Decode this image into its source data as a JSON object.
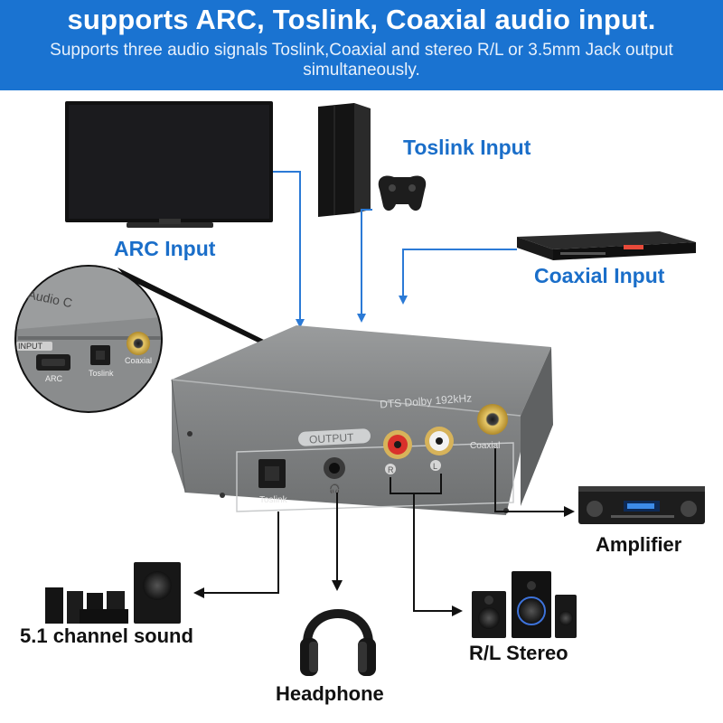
{
  "banner": {
    "title": "supports ARC, Toslink, Coaxial audio input.",
    "subtitle": "Supports three audio signals Toslink,Coaxial and stereo R/L or 3.5mm Jack output simultaneously."
  },
  "inputs": {
    "arc": "ARC Input",
    "toslink": "Toslink Input",
    "coaxial": "Coaxial Input"
  },
  "outputs": {
    "amplifier": "Amplifier",
    "surround": "5.1 channel sound",
    "headphone": "Headphone",
    "stereo": "R/L Stereo"
  },
  "device": {
    "brand_text": "DTS Dolby 192kHz",
    "output_badge": "OUTPUT",
    "toslink_port": "Toslink",
    "coaxial_port": "Coaxial",
    "right_channel": "R",
    "left_channel": "L"
  },
  "zoom_inset": {
    "panel_text": "Audio C",
    "input_badge": "INPUT",
    "arc_port": "ARC",
    "toslink_port": "Toslink",
    "coaxial_port": "Coaxial"
  },
  "colors": {
    "banner": "#1a73d1",
    "input_arrow": "#2b7ad6",
    "output_arrow": "#111111",
    "device_body": "#7d7f80"
  }
}
